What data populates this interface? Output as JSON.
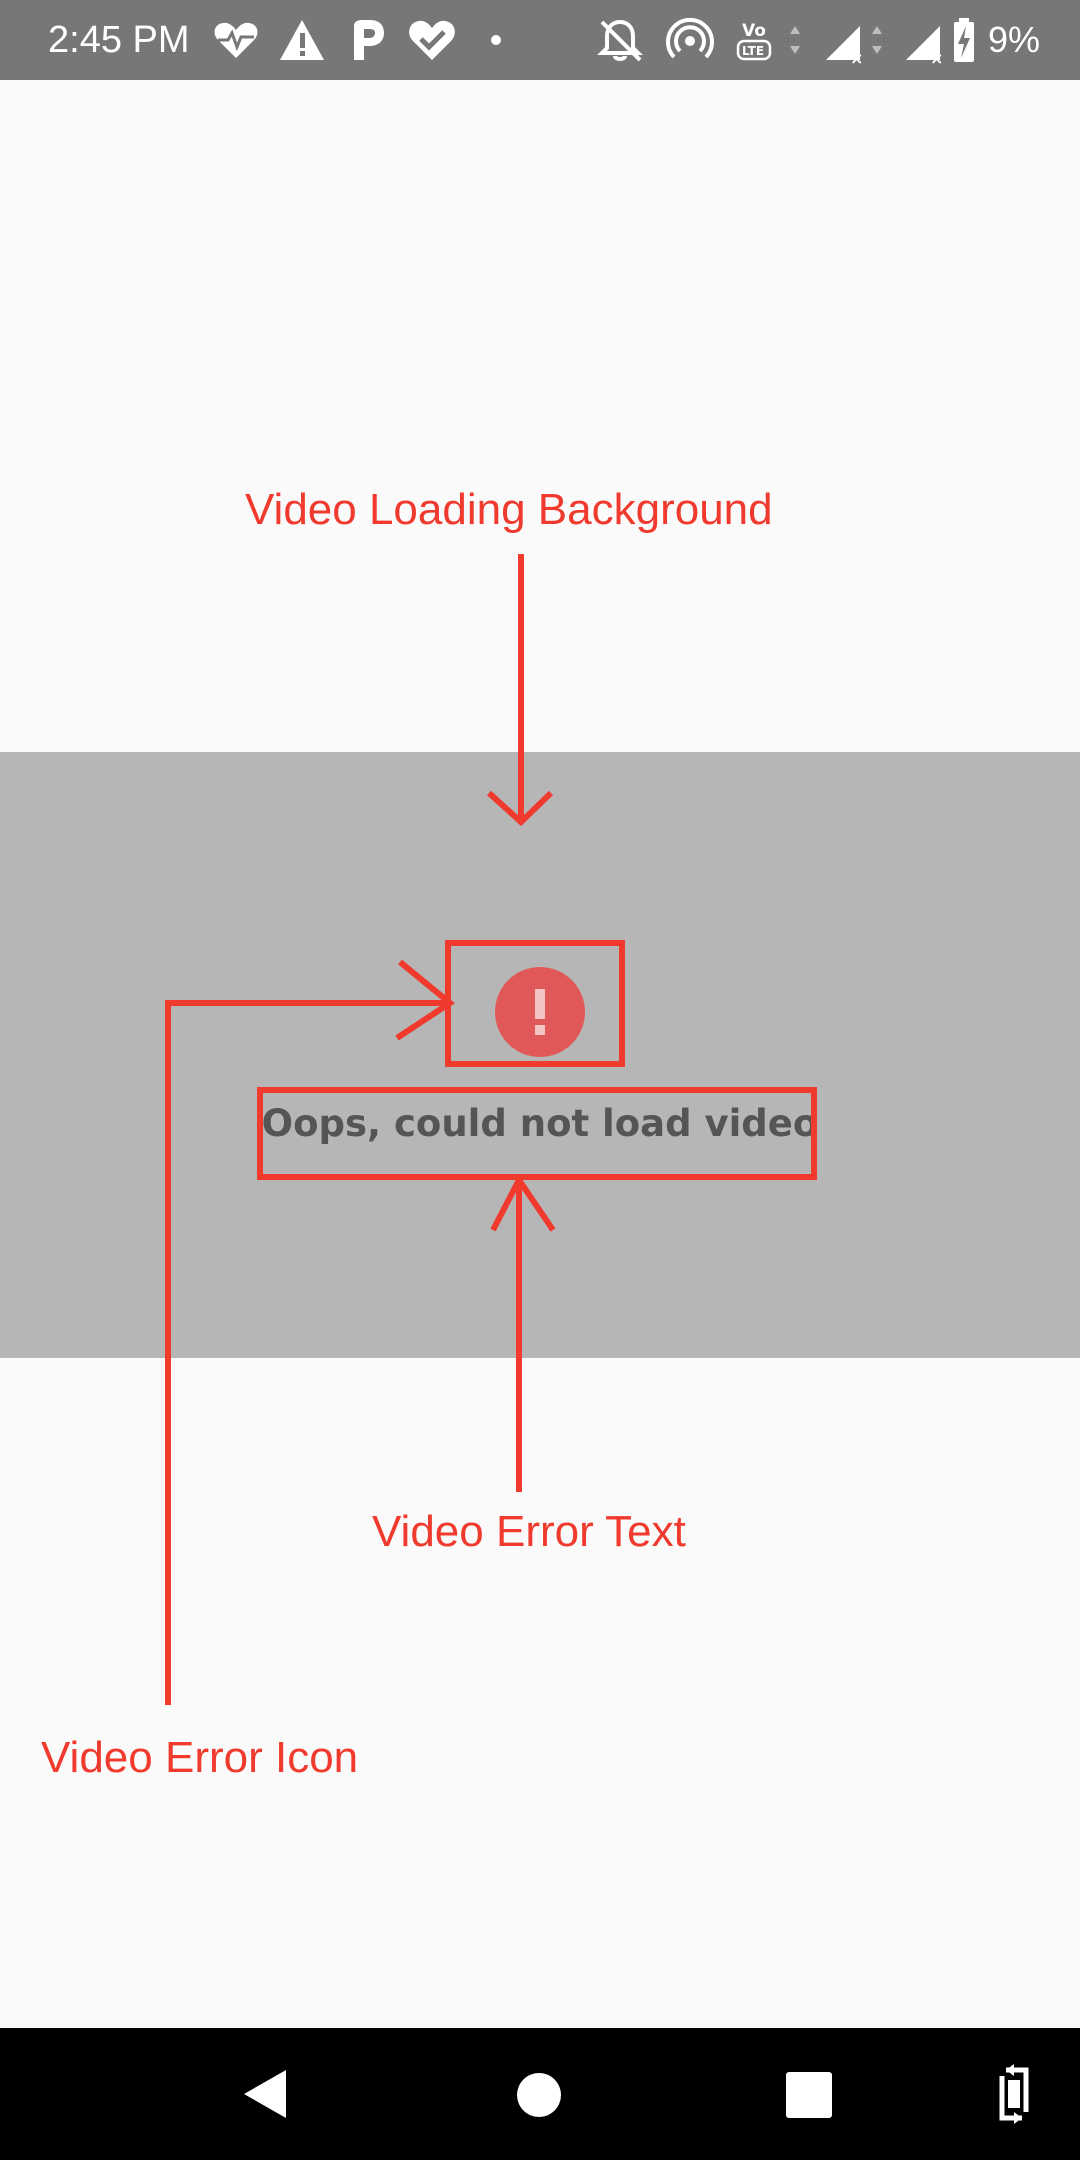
{
  "status_bar": {
    "time": "2:45 PM",
    "battery_percent": "9%",
    "icons": [
      "health-heart-pulse-icon",
      "warning-icon",
      "p-app-icon",
      "heart-check-icon",
      "dot-icon",
      "notifications-off-icon",
      "hotspot-icon",
      "volte-icon",
      "data-arrows-icon",
      "signal-x-icon",
      "signal-x-icon",
      "battery-charging-icon"
    ],
    "background_color": "#777777"
  },
  "video": {
    "error_text": "Oops, could not load video",
    "error_icon": "exclamation-circle-icon",
    "error_icon_color": "#e05858",
    "background_color": "#b6b6b6"
  },
  "annotations": {
    "background_label": "Video Loading Background",
    "error_text_label": "Video Error Text",
    "error_icon_label": "Video Error Icon",
    "color": "#f03a2e"
  },
  "nav_bar": {
    "buttons": [
      "back-icon",
      "home-icon",
      "recents-icon",
      "rotate-icon"
    ]
  }
}
